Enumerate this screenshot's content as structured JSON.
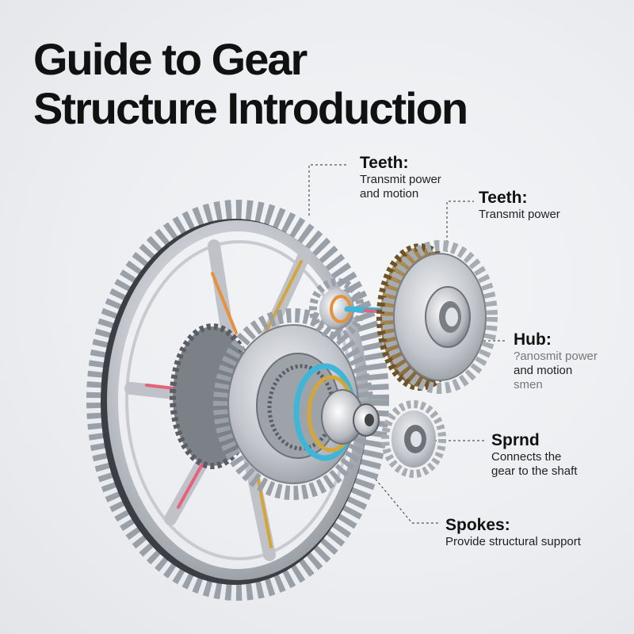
{
  "title": {
    "line1": "Guide to Gear",
    "line2": "Structure Introduction"
  },
  "callouts": [
    {
      "head": "Teeth:",
      "desc_line1": "Transmit power",
      "desc_line2": "and motion"
    },
    {
      "head": "Teeth:",
      "desc_line1": "Transmit power"
    },
    {
      "head": "Hub:",
      "desc_line1": "?anosmit power",
      "desc_line2": "and motion",
      "desc_line3": "smen"
    },
    {
      "head": "Sprnd",
      "desc_line1": "Connects the",
      "desc_line2": "gear to the shaft"
    },
    {
      "head": "Spokes:",
      "desc_line1": "Provide structural support"
    }
  ],
  "colors": {
    "metal": "#b8bcc2",
    "metal_dark": "#5a5e64",
    "bronze": "#8a6a3a",
    "accent_blue": "#3fb6d8",
    "accent_pink": "#e8607a",
    "accent_orange": "#e8903c",
    "accent_gold": "#d4a63a"
  }
}
